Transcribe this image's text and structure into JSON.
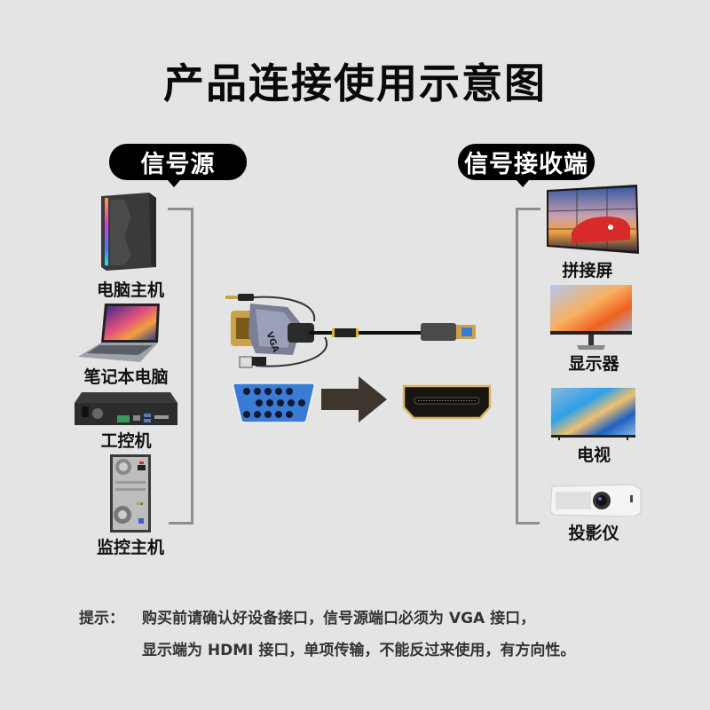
{
  "title": "产品连接使用示意图",
  "source": {
    "badge": "信号源",
    "items": [
      {
        "label": "电脑主机",
        "icon": "desktop-tower-icon"
      },
      {
        "label": "笔记本电脑",
        "icon": "laptop-icon"
      },
      {
        "label": "工控机",
        "icon": "industrial-pc-icon"
      },
      {
        "label": "监控主机",
        "icon": "surveillance-host-icon"
      }
    ]
  },
  "receiver": {
    "badge": "信号接收端",
    "items": [
      {
        "label": "拼接屏",
        "icon": "video-wall-icon"
      },
      {
        "label": "显示器",
        "icon": "monitor-icon"
      },
      {
        "label": "电视",
        "icon": "tv-icon"
      },
      {
        "label": "投影仪",
        "icon": "projector-icon"
      }
    ]
  },
  "cable": {
    "vga_label": "VGA",
    "input_port": "vga-port-icon",
    "direction": "arrow-right-icon",
    "output_port": "hdmi-port-icon"
  },
  "notes": {
    "prefix": "提示：",
    "line1": "购买前请确认好设备接口，信号源端口必须为 VGA 接口，",
    "line2": "显示端为 HDMI 接口，单项传输，不能反过来使用，有方向性。"
  },
  "colors": {
    "background": "#e4e4e4",
    "badge": "#000000",
    "bracket": "#8e8e8e",
    "vga_blue": "#3a7bd5",
    "arrow": "#3e352c",
    "hdmi_gold": "#c9a24a"
  }
}
